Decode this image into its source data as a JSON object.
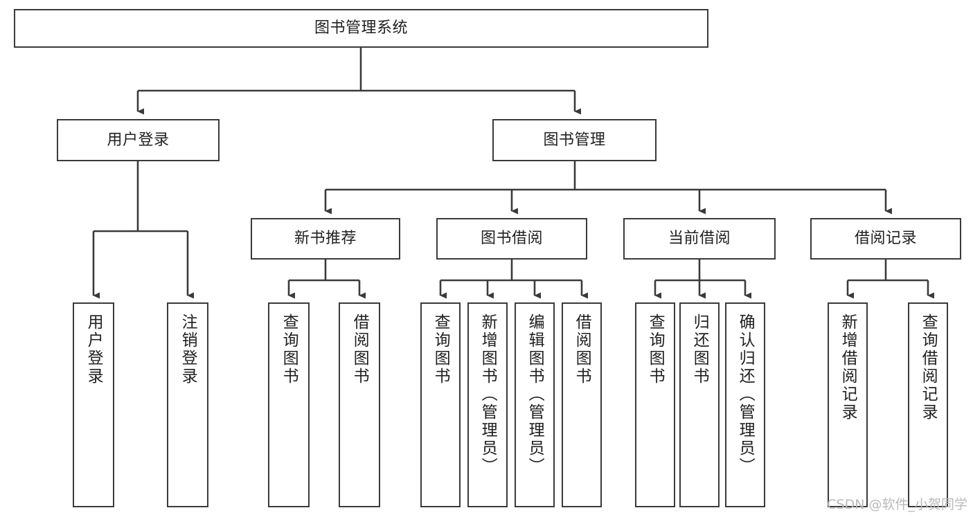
{
  "diagram": {
    "title": "图书管理系统",
    "type": "tree-hierarchy-chart",
    "watermark": "CSDN @软件_小贺同学",
    "colors": {
      "background": "#ffffff",
      "node_border": "#3a3a3a",
      "node_fill": "#ffffff",
      "edge": "#3a3a3a",
      "text": "#1f1f1f",
      "watermark": "#b9b9b9"
    },
    "levels": {
      "level1": [
        {
          "id": "root",
          "label": "图书管理系统"
        }
      ],
      "level2": [
        {
          "id": "user-login",
          "label": "用户登录",
          "parent": "root"
        },
        {
          "id": "book-manage",
          "label": "图书管理",
          "parent": "root"
        }
      ],
      "level3": [
        {
          "id": "new-book-rec",
          "label": "新书推荐",
          "parent": "book-manage"
        },
        {
          "id": "book-borrow",
          "label": "图书借阅",
          "parent": "book-manage"
        },
        {
          "id": "current-borrow",
          "label": "当前借阅",
          "parent": "book-manage"
        },
        {
          "id": "borrow-record",
          "label": "借阅记录",
          "parent": "book-manage"
        }
      ],
      "level4": [
        {
          "id": "leaf-user-login",
          "label": "用户登录",
          "parent": "user-login"
        },
        {
          "id": "leaf-logout-login",
          "label": "注销登录",
          "parent": "user-login"
        },
        {
          "id": "leaf-query-book-1",
          "label": "查询图书",
          "parent": "new-book-rec"
        },
        {
          "id": "leaf-borrow-book-1",
          "label": "借阅图书",
          "parent": "new-book-rec"
        },
        {
          "id": "leaf-query-book-2",
          "label": "查询图书",
          "parent": "book-borrow"
        },
        {
          "id": "leaf-add-book",
          "label": "新增图书（管理员）",
          "parent": "book-borrow"
        },
        {
          "id": "leaf-edit-book",
          "label": "编辑图书（管理员）",
          "parent": "book-borrow"
        },
        {
          "id": "leaf-borrow-book-2",
          "label": "借阅图书",
          "parent": "book-borrow"
        },
        {
          "id": "leaf-query-book-3",
          "label": "查询图书",
          "parent": "current-borrow"
        },
        {
          "id": "leaf-return-book",
          "label": "归还图书",
          "parent": "current-borrow"
        },
        {
          "id": "leaf-confirm-return",
          "label": "确认归还（管理员）",
          "parent": "current-borrow"
        },
        {
          "id": "leaf-add-record",
          "label": "新增借阅记录",
          "parent": "borrow-record"
        },
        {
          "id": "leaf-query-record",
          "label": "查询借阅记录",
          "parent": "borrow-record"
        }
      ]
    }
  }
}
